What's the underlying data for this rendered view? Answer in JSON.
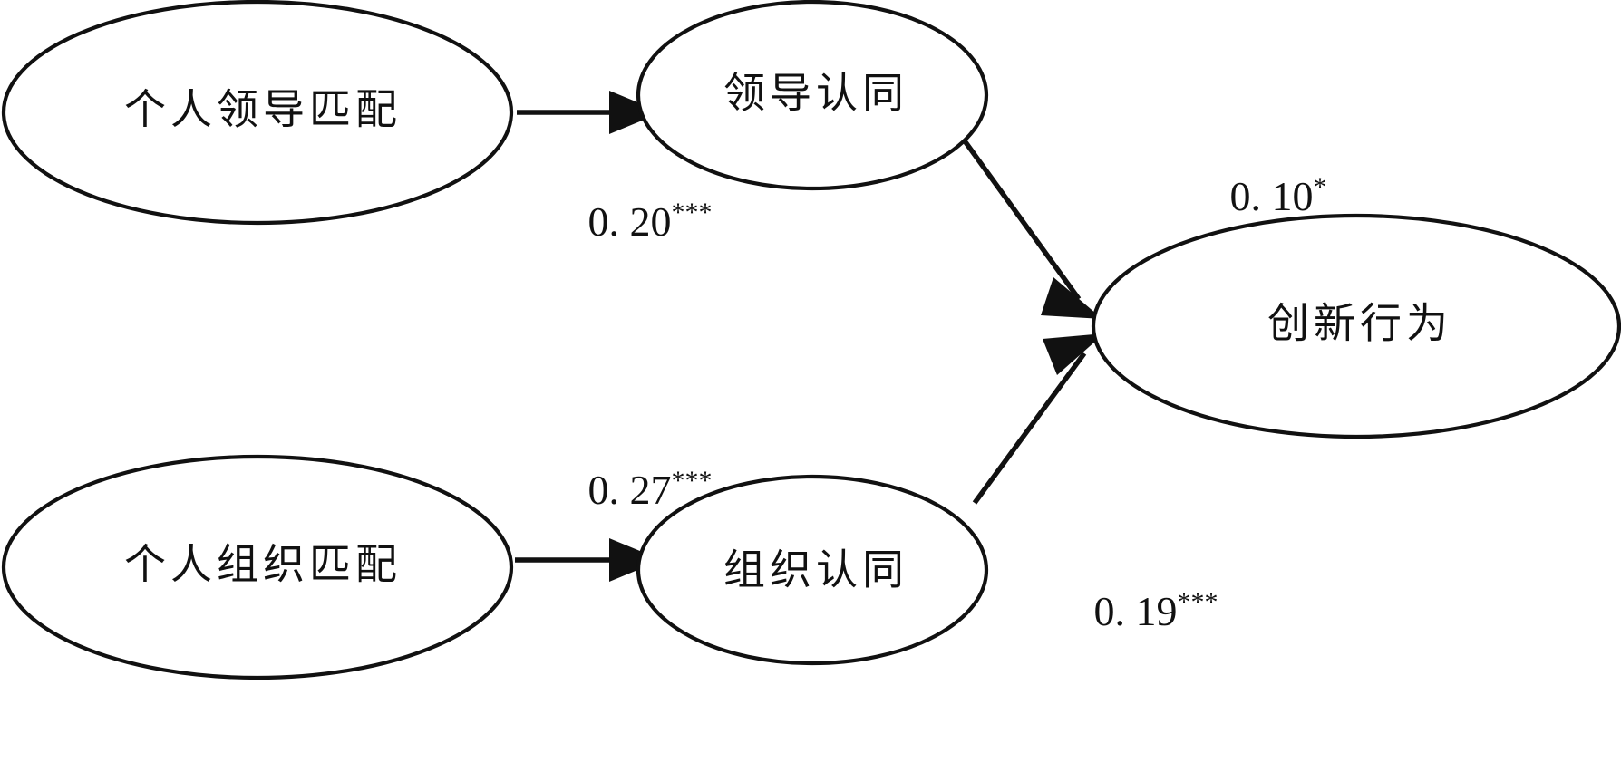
{
  "diagram": {
    "title": "",
    "background_color": "#ffffff",
    "line_color": "#111111",
    "nodes": [
      {
        "id": "person-leader-fit",
        "label": "个人领导匹配"
      },
      {
        "id": "leader-identification",
        "label": "领导认同"
      },
      {
        "id": "person-organization-fit",
        "label": "个人组织匹配"
      },
      {
        "id": "organization-identification",
        "label": "组织认同"
      },
      {
        "id": "innovative-behavior",
        "label": "创新行为"
      }
    ],
    "edges": [
      {
        "id": "plf-to-li",
        "from": "person-leader-fit",
        "to": "leader-identification",
        "coefficient": "0. 20",
        "significance": "***"
      },
      {
        "id": "li-to-ib",
        "from": "leader-identification",
        "to": "innovative-behavior",
        "coefficient": "0. 10",
        "significance": "*"
      },
      {
        "id": "pof-to-oi",
        "from": "person-organization-fit",
        "to": "organization-identification",
        "coefficient": "0. 27",
        "significance": "***"
      },
      {
        "id": "oi-to-ib",
        "from": "organization-identification",
        "to": "innovative-behavior",
        "coefficient": "0. 19",
        "significance": "***"
      }
    ]
  }
}
